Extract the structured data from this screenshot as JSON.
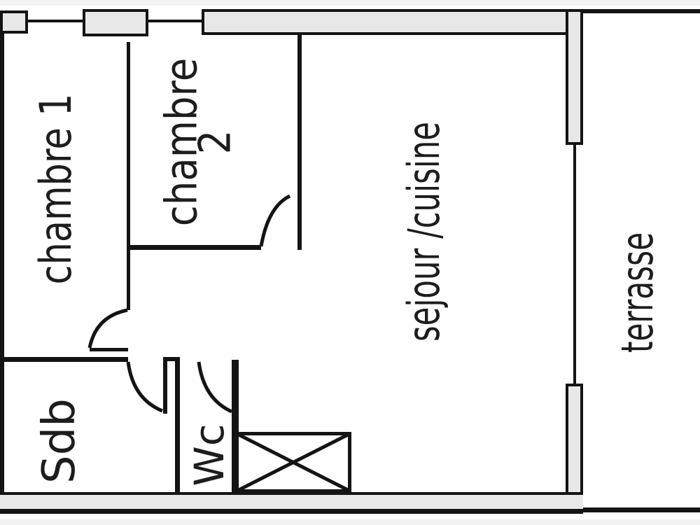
{
  "palette": {
    "background": "#ffffff",
    "wall_fill": "#e8e8e8",
    "line_color": "#141414",
    "text_color": "#1d1d1d"
  },
  "rooms": {
    "chambre1": {
      "label": "chambre 1"
    },
    "chambre2": {
      "line1": "chambre",
      "line2": "2"
    },
    "sejour": {
      "label": "sejour /cuisine"
    },
    "sdb": {
      "label": "Sdb"
    },
    "wc": {
      "label": "Wc"
    },
    "terrasse": {
      "label": "terrasse"
    }
  }
}
